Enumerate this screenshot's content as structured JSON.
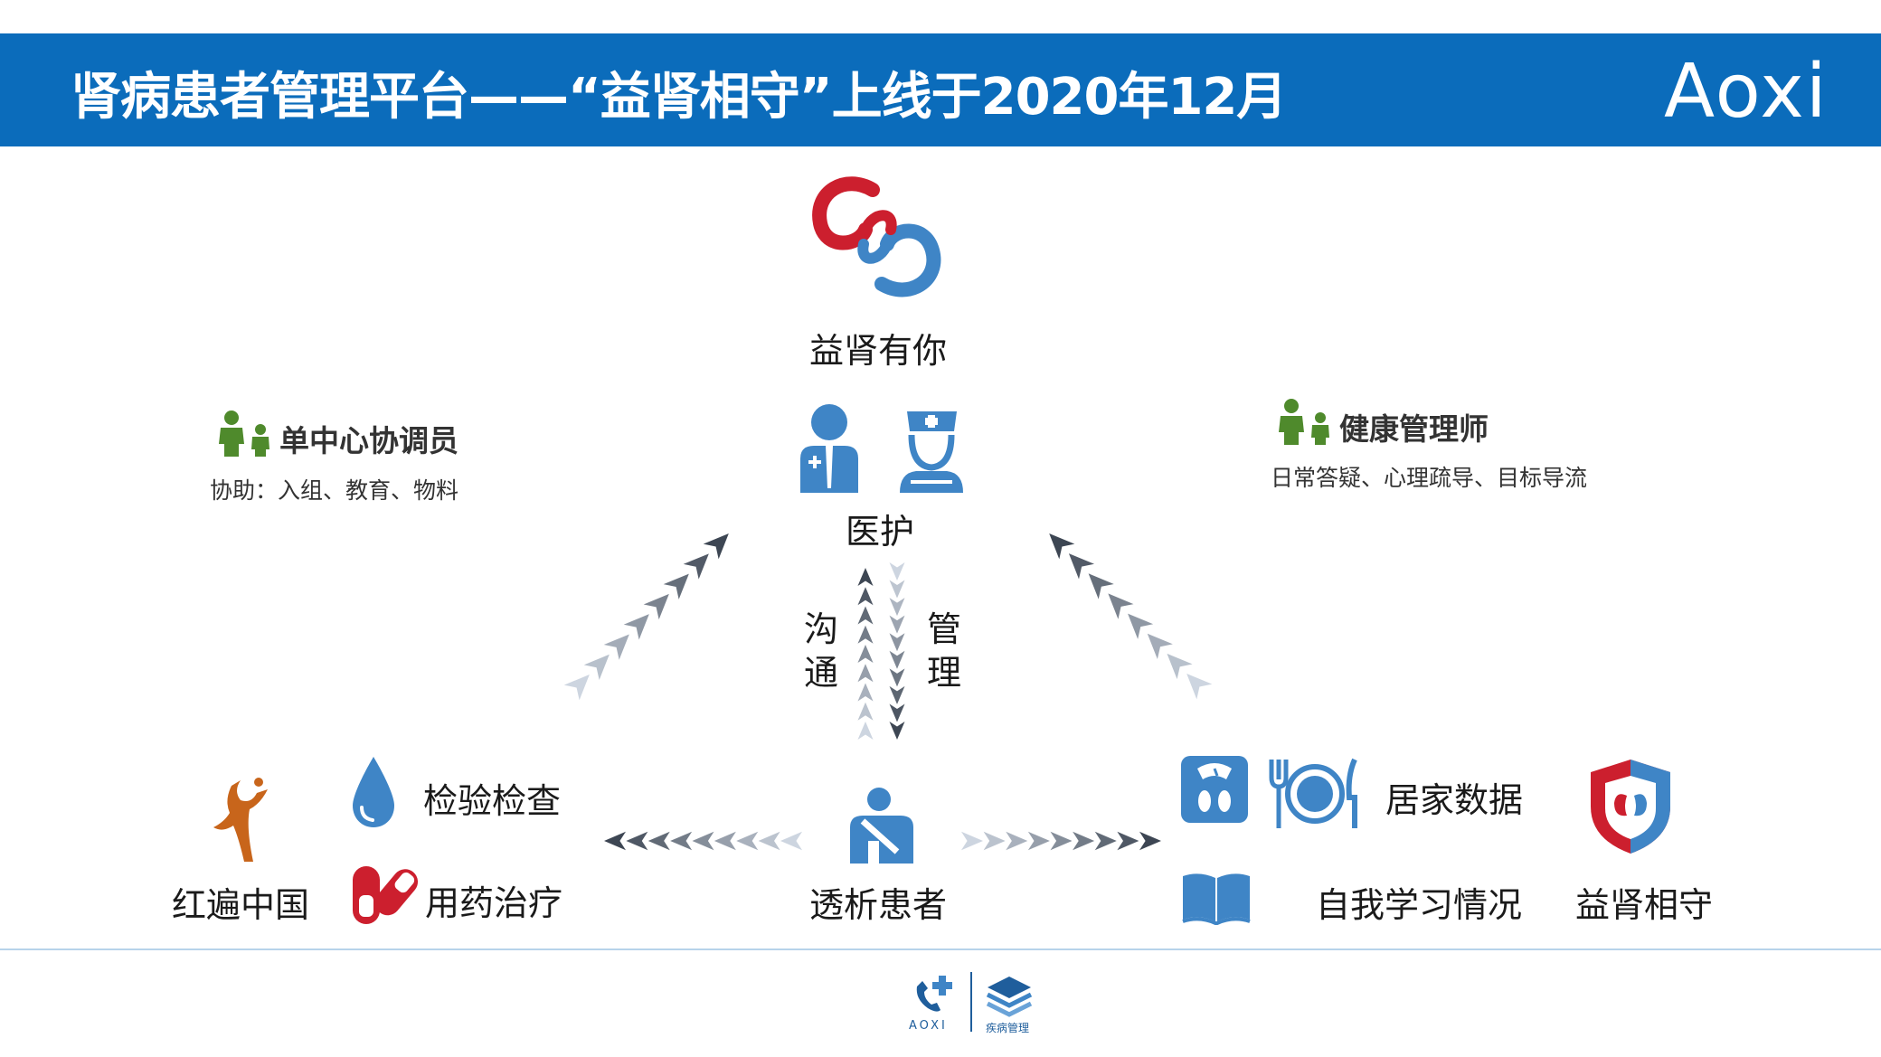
{
  "header": {
    "title": "肾病患者管理平台——“益肾相守”上线于2020年12月",
    "brand": "Aoxi"
  },
  "nodes": {
    "top_app": "益肾有你",
    "medical": "医护",
    "patient": "透析患者",
    "hongbian": "红遍中国",
    "exam": "检验检查",
    "medication": "用药治疗",
    "home_data": "居家数据",
    "self_study": "自我学习情况",
    "shield_app": "益肾相守"
  },
  "roles": {
    "left": {
      "title": "单中心协调员",
      "desc": "协助：入组、教育、物料"
    },
    "right": {
      "title": "健康管理师",
      "desc": "日常答疑、心理疏导、目标导流"
    }
  },
  "flow": {
    "communicate": "沟通",
    "manage": "管理"
  },
  "footer": {
    "logo_text": "AOXI",
    "logo_sub": "疾病管理"
  },
  "colors": {
    "header": "#0b6cbb",
    "icon_blue": "#3f85c6",
    "role_green": "#4f8a2c",
    "arrow_dark": "#3d4653",
    "red": "#cc1f2e"
  }
}
